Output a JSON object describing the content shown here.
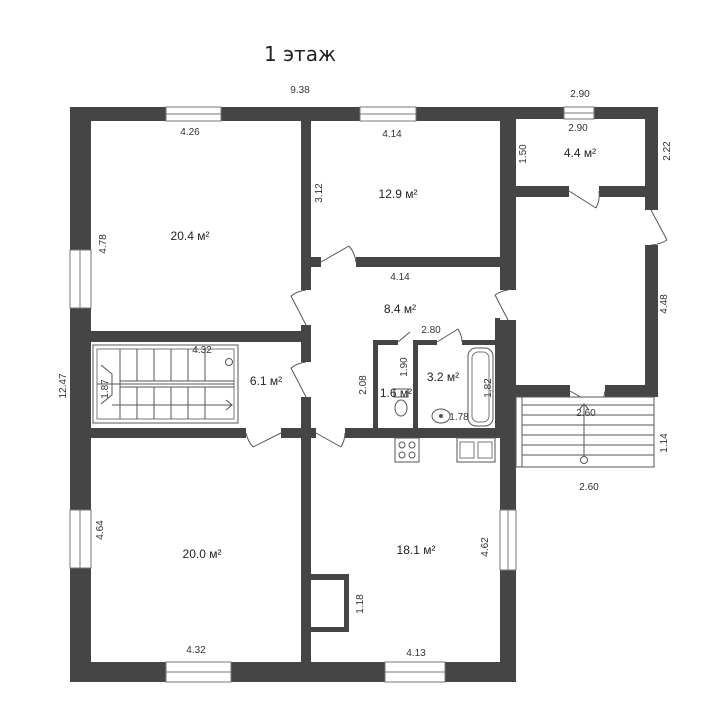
{
  "title": "1 этаж",
  "dimensions": {
    "top_total": "9.38",
    "porch_top_outer": "2.90",
    "porch_top_inner": "2.90",
    "room1_width": "4.26",
    "room2_width": "4.14",
    "room1_height": "4.78",
    "room2_height": "3.12",
    "small_room_height": "1.50",
    "small_room_outer_height": "2.22",
    "hall_width": "4.14",
    "bath_width": "2.80",
    "stair_width": "4.32",
    "stair_height": "1.87",
    "left_total": "12.47",
    "wc_height": "1.90",
    "hall_height": "2.08",
    "bath_height": "1.82",
    "bath_bottom": "1.78",
    "right_room_height": "4.48",
    "entry_width": "2.60",
    "entry_stairs_width": "2.60",
    "entry_stairs_height": "1.14",
    "room5_height": "4.64",
    "room6_height": "4.62",
    "closet_height": "1.18",
    "room5_width": "4.32",
    "room6_width": "4.13"
  },
  "rooms": {
    "room_top_left": "20.4 м²",
    "room_top_middle": "12.9 м²",
    "room_top_right": "4.4 м²",
    "hall": "8.4 м²",
    "stair_room": "6.1 м²",
    "wc": "1.6 м²",
    "bathroom": "3.2 м²",
    "room_bottom_left": "20.0 м²",
    "kitchen": "18.1 м²"
  }
}
